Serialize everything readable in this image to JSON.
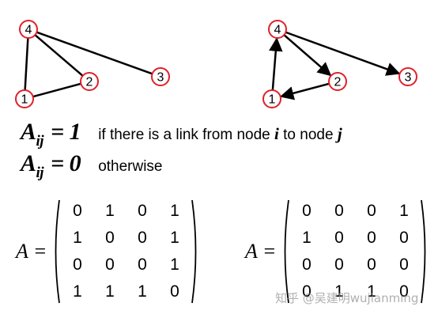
{
  "graphs": {
    "undirected": {
      "nodes": [
        {
          "id": "1",
          "label": "1"
        },
        {
          "id": "2",
          "label": "2"
        },
        {
          "id": "3",
          "label": "3"
        },
        {
          "id": "4",
          "label": "4"
        }
      ],
      "edges": [
        [
          "4",
          "1"
        ],
        [
          "4",
          "2"
        ],
        [
          "1",
          "2"
        ],
        [
          "4",
          "3"
        ]
      ]
    },
    "directed": {
      "nodes": [
        {
          "id": "1",
          "label": "1"
        },
        {
          "id": "2",
          "label": "2"
        },
        {
          "id": "3",
          "label": "3"
        },
        {
          "id": "4",
          "label": "4"
        }
      ],
      "edges": [
        [
          "1",
          "4"
        ],
        [
          "4",
          "2"
        ],
        [
          "2",
          "1"
        ],
        [
          "4",
          "3"
        ]
      ]
    },
    "node_border_color": "#e0202a"
  },
  "definitions": {
    "line1": {
      "formula_base": "A",
      "formula_sub": "ij",
      "formula_rest": " = 1",
      "text_a": "if there is a link from node ",
      "var_i": "i",
      "text_b": " to node ",
      "var_j": "j"
    },
    "line2": {
      "formula_base": "A",
      "formula_sub": "ij",
      "formula_rest": " = 0",
      "text": "otherwise"
    }
  },
  "matrices": {
    "left": {
      "label": "A =",
      "rows": [
        [
          "0",
          "1",
          "0",
          "1"
        ],
        [
          "1",
          "0",
          "0",
          "1"
        ],
        [
          "0",
          "0",
          "0",
          "1"
        ],
        [
          "1",
          "1",
          "1",
          "0"
        ]
      ]
    },
    "right": {
      "label": "A =",
      "rows": [
        [
          "0",
          "0",
          "0",
          "1"
        ],
        [
          "1",
          "0",
          "0",
          "0"
        ],
        [
          "0",
          "0",
          "0",
          "0"
        ],
        [
          "0",
          "1",
          "1",
          "0"
        ]
      ]
    }
  },
  "watermark": "知乎 @吴建明wujianming"
}
